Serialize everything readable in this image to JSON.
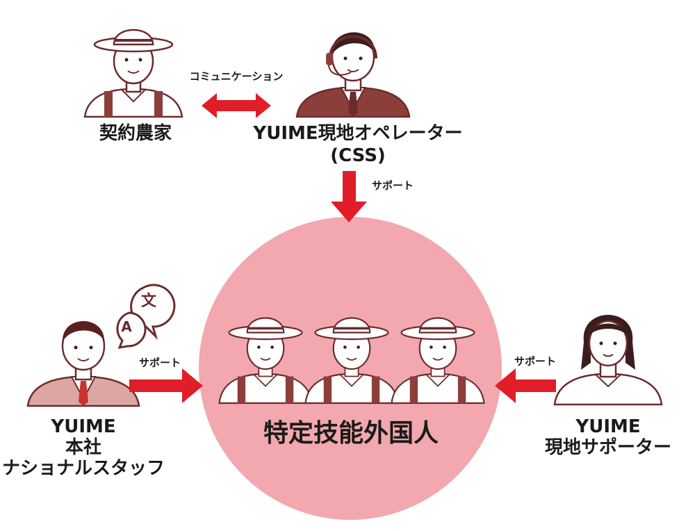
{
  "diagram": {
    "colors": {
      "arrow": "#e01d28",
      "circle": "#f2a8ae",
      "line": "#6b2b2b",
      "jacket": "#8c3f3a",
      "jacket_light": "#dca7a2",
      "skin": "#ffffff",
      "hat": "#ffffff"
    },
    "nodes": {
      "farmer": {
        "label": "契約農家"
      },
      "operator": {
        "label_line1": "YUIME現地オペレーター",
        "label_line2": "(CSS)"
      },
      "hq_staff": {
        "label_line1": "YUIME",
        "label_line2": "本社",
        "label_line3": "ナショナルスタッフ"
      },
      "local_supporter": {
        "label_line1": "YUIME",
        "label_line2": "現地サポーター"
      },
      "center": {
        "label": "特定技能外国人"
      }
    },
    "edges": {
      "communication": {
        "label": "コミュニケーション"
      },
      "support_top": {
        "label": "サポート"
      },
      "support_left": {
        "label": "サポート"
      },
      "support_right": {
        "label": "サポート"
      }
    },
    "translate_bubbles": {
      "a": "A",
      "b": "文"
    }
  }
}
